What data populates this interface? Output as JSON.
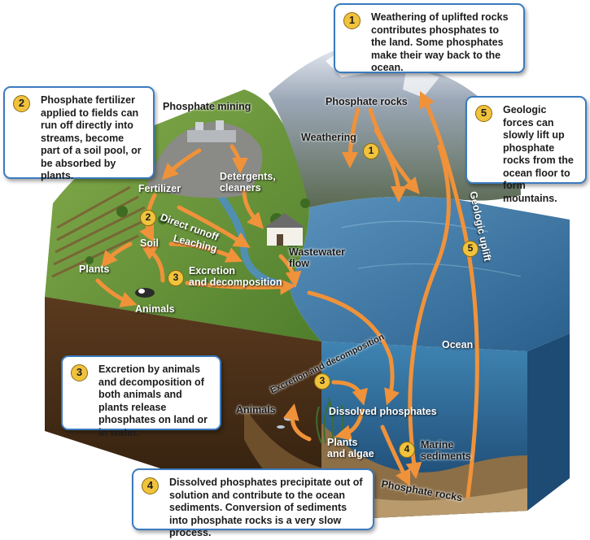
{
  "callouts": [
    {
      "number": "1",
      "text": "Weathering of uplifted rocks contributes phosphates to the land. Some phosphates make their way back to the ocean."
    },
    {
      "number": "2",
      "text": "Phosphate fertilizer applied to fields can run off directly into streams, become part of a soil pool, or be absorbed by plants."
    },
    {
      "number": "5",
      "text": "Geologic forces can slowly lift up phosphate rocks from the ocean floor to form mountains."
    },
    {
      "number": "3",
      "text": "Excretion by animals and decomposition of both animals and plants release phosphates on land or in water."
    },
    {
      "number": "4",
      "text": "Dissolved phosphates precipitate out of solution and contribute to the ocean sediments. Conversion of sediments into phosphate rocks is a very slow process."
    }
  ],
  "labels": {
    "phosphate_mining": "Phosphate mining",
    "phosphate_rocks_top": "Phosphate rocks",
    "weathering": "Weathering",
    "detergents_cleaners": "Detergents,\ncleaners",
    "fertilizer": "Fertilizer",
    "direct_runoff": "Direct runoff",
    "soil": "Soil",
    "leaching": "Leaching",
    "plants": "Plants",
    "animals_land": "Animals",
    "excretion_decomposition_land": "Excretion\nand decomposition",
    "wastewater_flow": "Wastewater\nflow",
    "geologic_uplift": "Geologic uplift",
    "ocean": "Ocean",
    "excretion_decomposition_sea": "Excretion and decomposition",
    "animals_sea": "Animals",
    "dissolved_phosphates": "Dissolved phosphates",
    "plants_and_algae": "Plants\nand algae",
    "marine_sediments": "Marine\nsediments",
    "phosphate_rocks_bottom": "Phosphate rocks"
  },
  "map_markers": [
    "1",
    "2",
    "3",
    "5",
    "3",
    "4"
  ],
  "colors": {
    "arrow": "#f0923a",
    "callout_border": "#3a7bbf",
    "badge": "#f1c33c",
    "ocean": "#2f6e9a",
    "grass": "#6f9a3c"
  }
}
